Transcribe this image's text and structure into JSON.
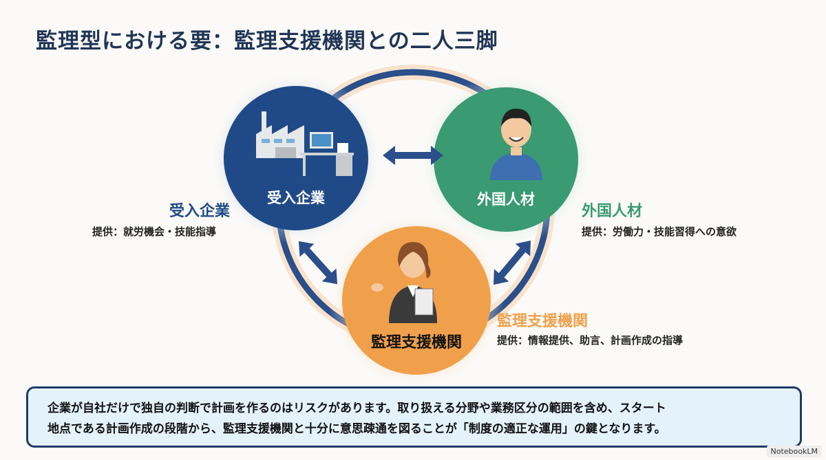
{
  "title": "監理型における要：監理支援機関との二人三脚",
  "nodes": {
    "company": {
      "label": "受入企業",
      "side_title": "受入企業",
      "side_desc": "提供：就労機会・技能指導",
      "color": "#1f4a87"
    },
    "worker": {
      "label": "外国人材",
      "side_title": "外国人材",
      "side_desc": "提供：労働力・技能習得への意欲",
      "color": "#3a9a72"
    },
    "agency": {
      "label": "監理支援機関",
      "side_title": "監理支援機関",
      "side_desc": "提供：情報提供、助言、計画作成の指導",
      "color": "#f0a04b"
    }
  },
  "note": {
    "line1": "企業が自社だけで独自の判断で計画を作るのはリスクがあります。取り扱える分野や業務区分の範囲を含め、スタート",
    "line2": "地点である計画作成の段階から、監理支援機関と十分に意思疎通を図ることが「制度の適正な運用」の鍵となります。"
  },
  "brand": "NotebookLM"
}
